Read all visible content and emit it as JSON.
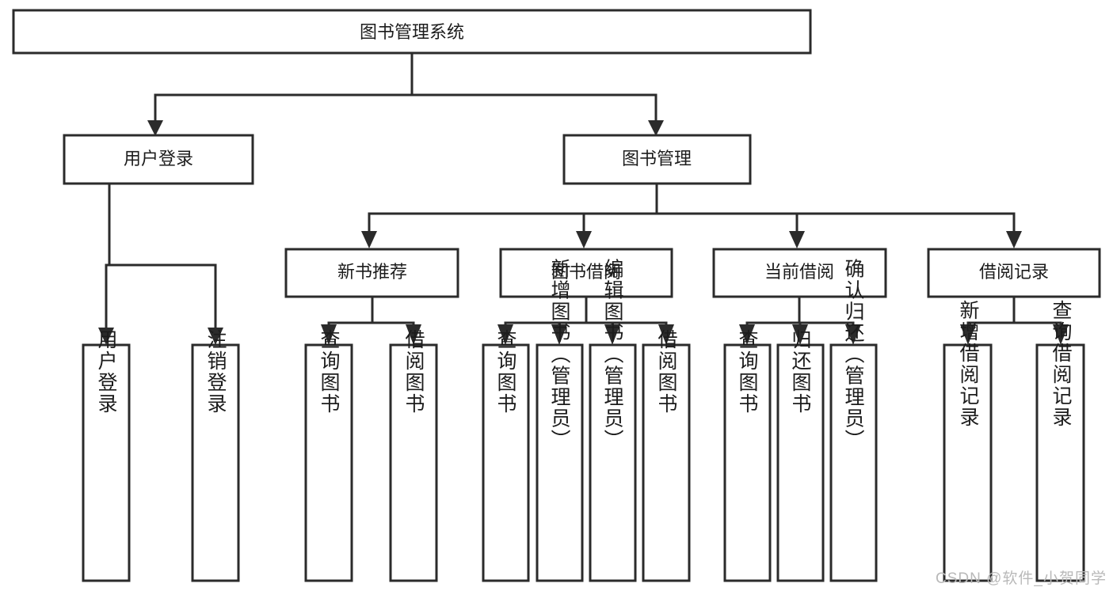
{
  "diagram": {
    "title": "图书管理系统",
    "type": "hierarchy-tree",
    "watermark": "CSDN @软件_小贺同学",
    "colors": {
      "stroke": "#2b2b2b",
      "fill": "#ffffff",
      "text": "#1c1c1c",
      "watermark": "#b9b9b9"
    },
    "root": {
      "label": "图书管理系统",
      "orientation": "horizontal"
    },
    "level2": [
      {
        "label": "用户登录",
        "orientation": "horizontal"
      },
      {
        "label": "图书管理",
        "orientation": "horizontal"
      }
    ],
    "level3": [
      {
        "label": "新书推荐",
        "orientation": "horizontal"
      },
      {
        "label": "图书借阅",
        "orientation": "horizontal"
      },
      {
        "label": "当前借阅",
        "orientation": "horizontal"
      },
      {
        "label": "借阅记录",
        "orientation": "horizontal"
      }
    ],
    "leaves": {
      "user_login": [
        {
          "label": "用户登录",
          "orientation": "vertical"
        },
        {
          "label": "注销登录",
          "orientation": "vertical"
        }
      ],
      "new_book_recommend": [
        {
          "label": "查询图书",
          "orientation": "vertical"
        },
        {
          "label": "借阅图书",
          "orientation": "vertical"
        }
      ],
      "book_borrow": [
        {
          "label": "查询图书",
          "orientation": "vertical"
        },
        {
          "label": "新增图书（管理员）",
          "orientation": "vertical"
        },
        {
          "label": "编辑图书（管理员）",
          "orientation": "vertical"
        },
        {
          "label": "借阅图书",
          "orientation": "vertical"
        }
      ],
      "current_borrow": [
        {
          "label": "查询图书",
          "orientation": "vertical"
        },
        {
          "label": "归还图书",
          "orientation": "vertical"
        },
        {
          "label": "确认归还（管理员）",
          "orientation": "vertical"
        }
      ],
      "borrow_record": [
        {
          "label": "新增借阅记录",
          "orientation": "vertical"
        },
        {
          "label": "查询借阅记录",
          "orientation": "vertical"
        }
      ]
    }
  }
}
